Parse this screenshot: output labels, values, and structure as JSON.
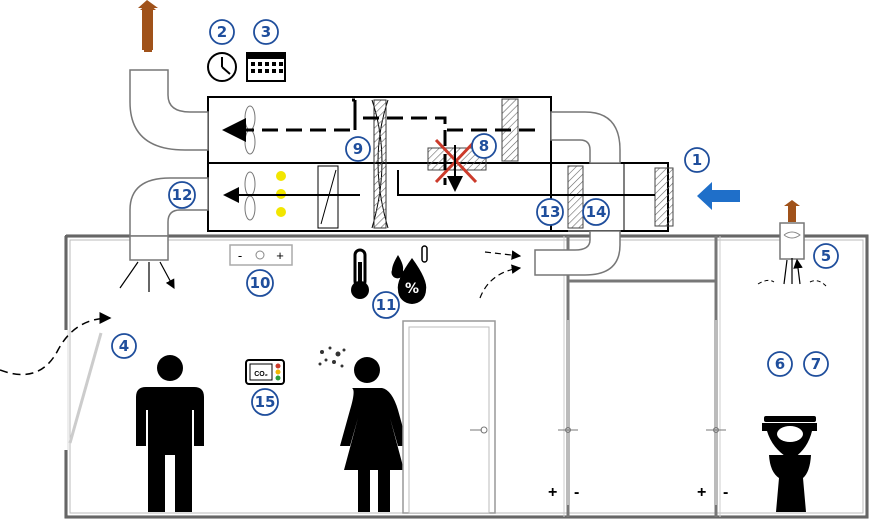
{
  "callouts": [
    "1",
    "2",
    "3",
    "4",
    "5",
    "6",
    "7",
    "8",
    "9",
    "10",
    "11",
    "12",
    "13",
    "14",
    "15"
  ],
  "controller": {
    "minus": "-",
    "plus": "+"
  },
  "co2_sensor": {
    "label": "CO₂"
  },
  "pressure_marks": {
    "plus": "+",
    "minus": "-"
  },
  "colors": {
    "outline": "#555555",
    "duct": "#000000",
    "callout": "#1f4e9c",
    "intake_arrow": "#1f6fc9",
    "exhaust_arrow": "#a0521a",
    "fan_indicator": "#f2e600",
    "bypass_cross": "#cc3b2b"
  },
  "icons": [
    "clock-icon",
    "calendar-icon",
    "thermometer-icon",
    "humidity-icon",
    "co2-sensor-icon",
    "particles-icon",
    "man-icon",
    "woman-icon",
    "toilet-icon",
    "fan-icon",
    "door-icon"
  ]
}
